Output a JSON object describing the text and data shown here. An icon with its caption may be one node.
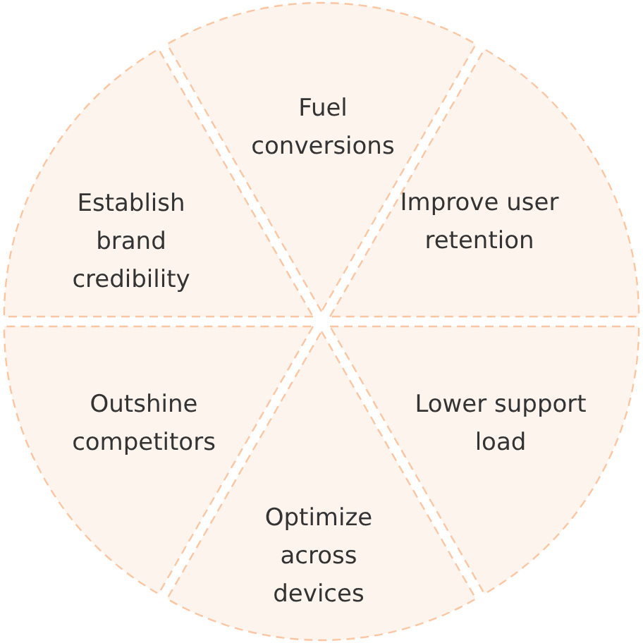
{
  "diagram": {
    "nodes": [
      {
        "text": [
          "Fuel conversions"
        ]
      },
      {
        "text": [
          "Improve user retention"
        ]
      },
      {
        "text": [
          "Lower support load"
        ]
      },
      {
        "text": [
          "Optimize across devices"
        ]
      },
      {
        "text": [
          "Outshine competitors"
        ]
      },
      {
        "text": [
          "Establish brand credibility"
        ]
      }
    ]
  }
}
